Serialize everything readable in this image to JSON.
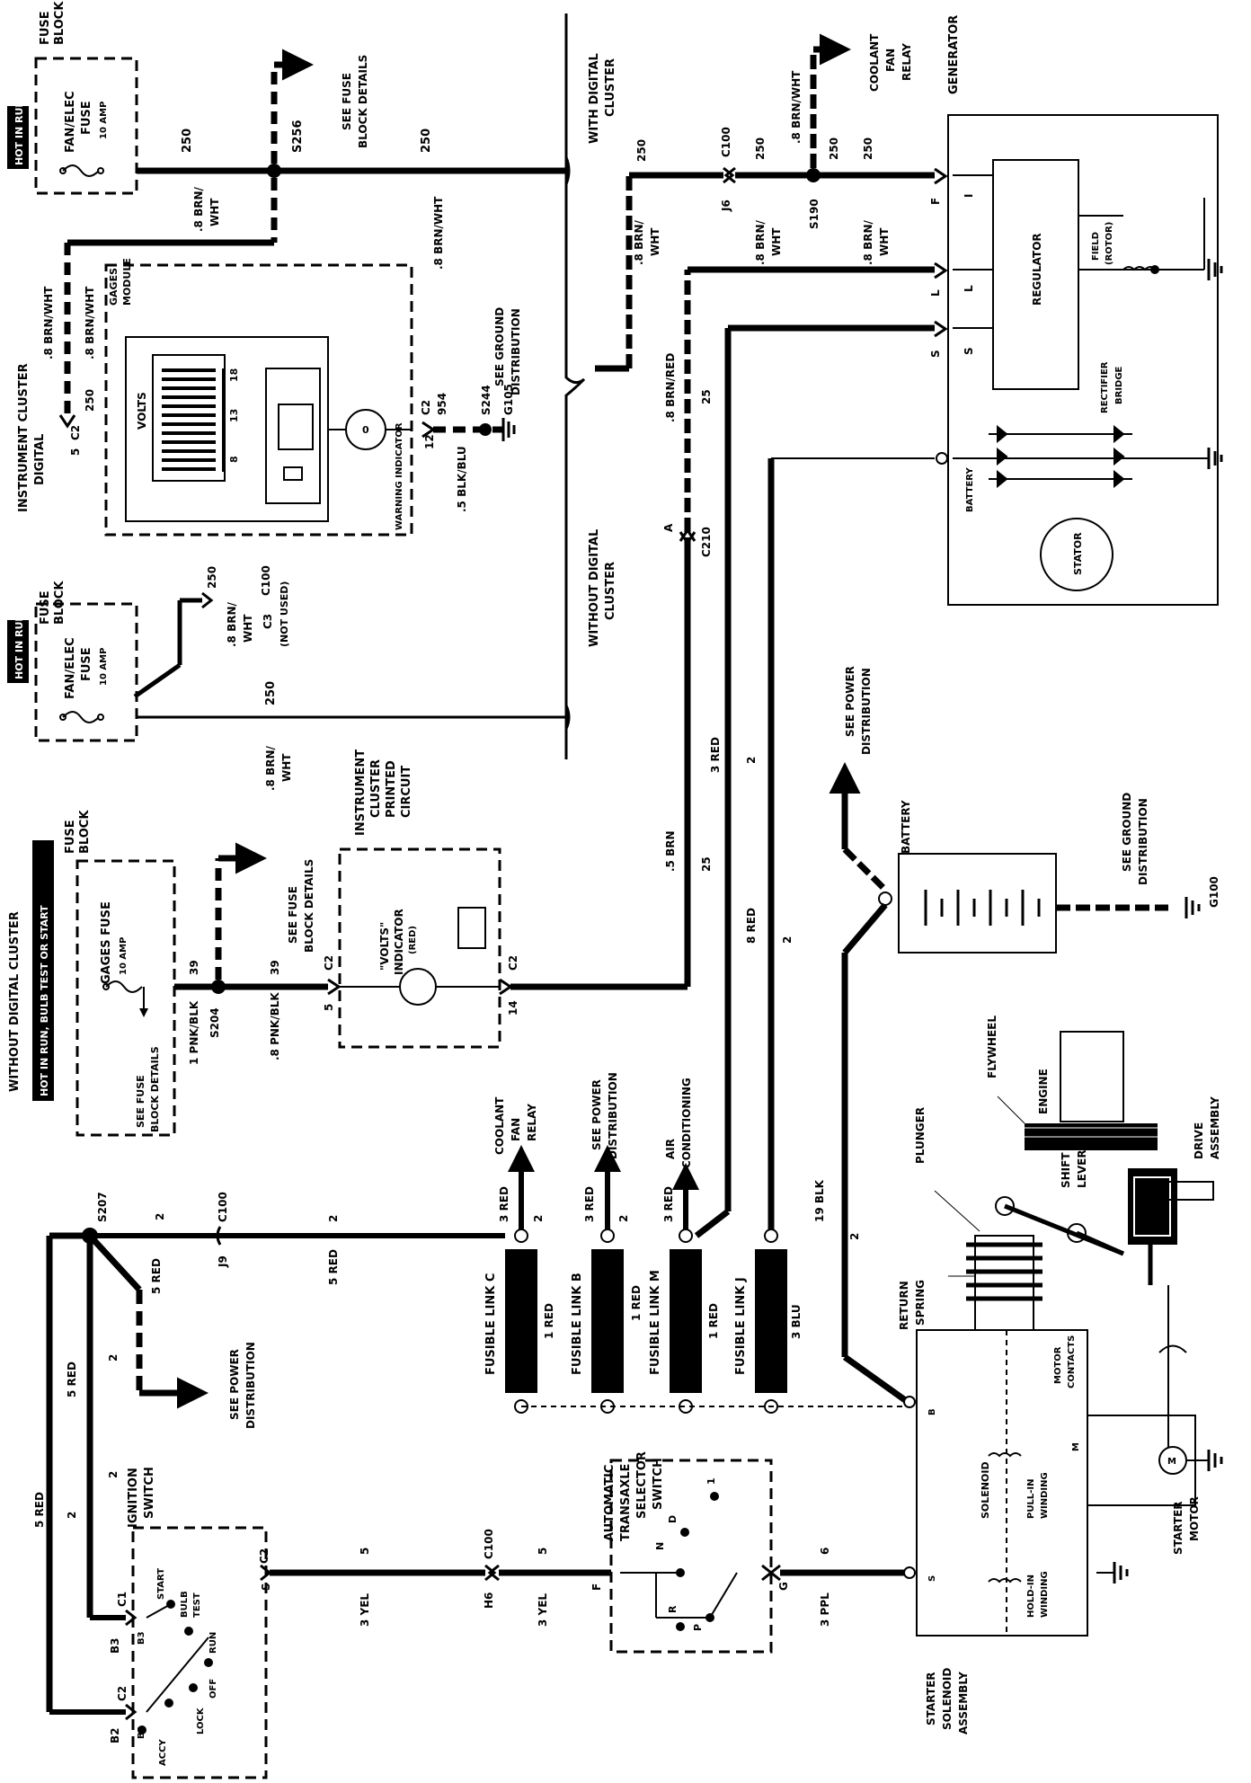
{
  "sec": {
    "hot_run": "HOT IN RUN",
    "fuse_block_1": "FUSE",
    "fuse_block_2": "BLOCK",
    "fan_fuse": "FAN/ELEC",
    "fuse_word": "FUSE",
    "amp10": "10 AMP",
    "gages_fuse": "GAGES FUSE",
    "ic_1": "INSTRUMENT CLUSTER",
    "ic_2": "DIGITAL",
    "with_digital_1": "WITH DIGITAL",
    "with_digital_2": "CLUSTER",
    "without_digital_1": "WITHOUT DIGITAL",
    "without_digital_2": "CLUSTER",
    "without_cluster_title": "WITHOUT DIGITAL CLUSTER",
    "hot_run_bulb": "HOT IN RUN, BULB TEST OR START",
    "see_fuse_block_1": "SEE FUSE",
    "see_fuse_block_2": "BLOCK DETAILS",
    "see_power_1": "SEE POWER",
    "see_power_2": "DISTRIBUTION",
    "see_ground_1": "SEE GROUND",
    "see_ground_2": "DISTRIBUTION",
    "coolant_1": "COOLANT",
    "coolant_2": "FAN",
    "coolant_3": "RELAY",
    "air_1": "AIR",
    "air_2": "CONDITIONING",
    "gages_module_1": "GAGES",
    "gages_module_2": "MODULE",
    "volts": "VOLTS",
    "scale_8": "8",
    "scale_13": "13",
    "scale_18": "18",
    "warning_ind": "WARNING INDICATOR",
    "not_used": "(NOT USED)",
    "icpc_1": "INSTRUMENT",
    "icpc_2": "CLUSTER",
    "icpc_3": "PRINTED",
    "icpc_4": "CIRCUIT",
    "volts_ind_1": "\"VOLTS\"",
    "volts_ind_2": "INDICATOR",
    "volts_ind_3": "(RED)",
    "generator": "GENERATOR",
    "regulator": "REGULATOR",
    "field_1": "FIELD",
    "field_2": "(ROTOR)",
    "rectifier_1": "RECTIFIER",
    "rectifier_2": "BRIDGE",
    "battery_small": "BATTERY",
    "stator": "STATOR",
    "battery_big": "BATTERY",
    "flywheel": "FLYWHEEL",
    "engine": "ENGINE",
    "plunger": "PLUNGER",
    "return_1": "RETURN",
    "return_2": "SPRING",
    "shift_1": "SHIFT",
    "shift_2": "LEVER",
    "drive_1": "DRIVE",
    "drive_2": "ASSEMBLY",
    "motor_contacts_1": "MOTOR",
    "motor_contacts_2": "CONTACTS",
    "solenoid": "SOLENOID",
    "pull_in_1": "PULL-IN",
    "pull_in_2": "WINDING",
    "hold_in_1": "HOLD-IN",
    "hold_in_2": "WINDING",
    "starter_sol_1": "STARTER",
    "starter_sol_2": "SOLENOID",
    "starter_sol_3": "ASSEMBLY",
    "starter_motor_1": "STARTER",
    "starter_motor_2": "MOTOR",
    "fl_c": "FUSIBLE LINK C",
    "fl_b": "FUSIBLE LINK B",
    "fl_m": "FUSIBLE LINK M",
    "fl_j": "FUSIBLE LINK J",
    "auto_1": "AUTOMATIC",
    "auto_2": "TRANSAXLE",
    "auto_3": "SELECTOR",
    "auto_4": "SWITCH",
    "ign_1": "IGNITION",
    "ign_2": "SWITCH",
    "ign_start": "START",
    "ign_bulb_1": "BULB",
    "ign_bulb_2": "TEST",
    "ign_run": "RUN",
    "ign_off": "OFF",
    "ign_lock": "LOCK",
    "ign_accy": "ACCY"
  },
  "wires": {
    "brn_wht": ".8 BRN/WHT",
    "brn": ".8 BRN/",
    "wht": "WHT",
    "c250": "250",
    "blk_blu": ".5 BLK/BLU",
    "c954": "954",
    "brn_red": ".8 BRN/RED",
    "c25": "25",
    "red3": "3 RED",
    "c2": "2",
    "brn5": ".5 BRN",
    "red8": "8 RED",
    "blk19": "19 BLK",
    "pnk_blk_1": "1 PNK/BLK",
    "pnk_blk_8": ".8 PNK/BLK",
    "c39": "39",
    "red5": "5 RED",
    "red1": "1 RED",
    "blu3": "3 BLU",
    "yel3": "3 YEL",
    "c5": "5",
    "ppl3": "3 PPL",
    "c6": "6"
  },
  "conn": {
    "s256": "S256",
    "c100": "C100",
    "j6": "J6",
    "s190": "S190",
    "c2": "C2",
    "c3": "C3",
    "c12": "12",
    "c5n": "5",
    "c14": "14",
    "s244": "S244",
    "g105": "G105",
    "c210": "C210",
    "a": "A",
    "s204": "S204",
    "g100": "G100",
    "s207": "S207",
    "j9": "J9",
    "c1": "C1",
    "b3": "B3",
    "b2": "B2",
    "h6": "H6",
    "f": "F",
    "i": "I",
    "l": "L",
    "s": "S",
    "b": "B",
    "m": "M",
    "g": "G",
    "p": "P",
    "r": "R",
    "n": "N",
    "d": "D",
    "one": "1"
  }
}
